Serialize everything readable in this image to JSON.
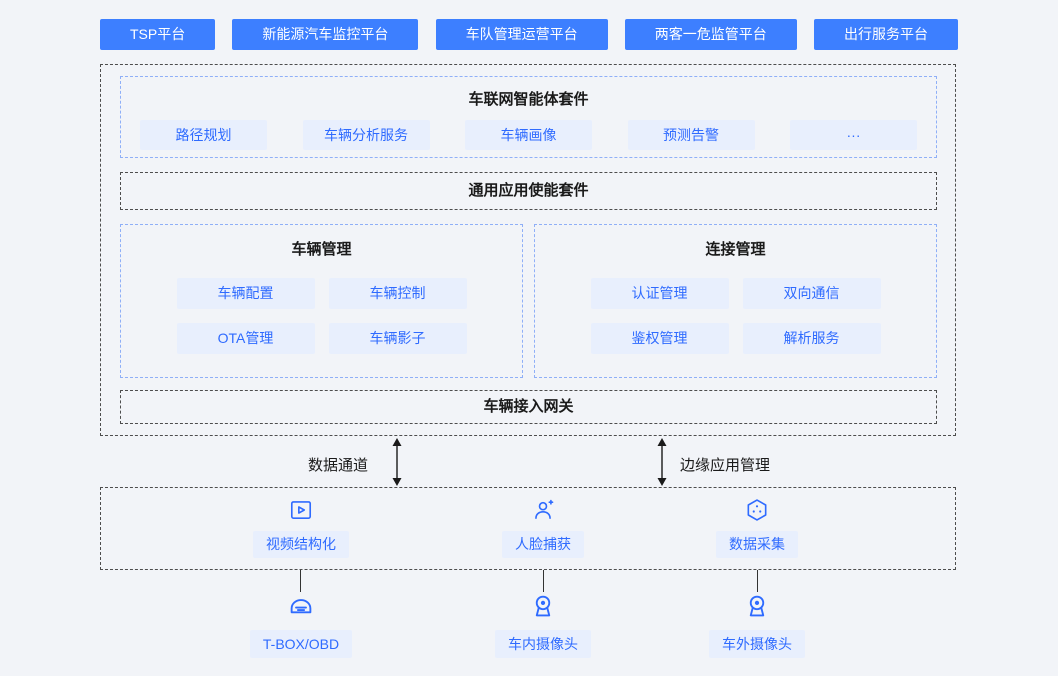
{
  "colors": {
    "primary_blue": "#3D7FFF",
    "chip_bg": "#E8EFFD",
    "chip_text": "#2F6BFF",
    "background": "#F2F4F8",
    "border_dark": "#4D4D4D",
    "border_blue": "#8FAFF7",
    "text_dark": "#1A1A1A"
  },
  "top_platforms": [
    "TSP平台",
    "新能源汽车监控平台",
    "车队管理运营平台",
    "两客一危监管平台",
    "出行服务平台"
  ],
  "agent_suite": {
    "title": "车联网智能体套件",
    "items": [
      "路径规划",
      "车辆分析服务",
      "车辆画像",
      "预测告警",
      "···"
    ]
  },
  "enable_suite": {
    "title": "通用应用使能套件"
  },
  "vehicle_mgmt": {
    "title": "车辆管理",
    "items": [
      "车辆配置",
      "车辆控制",
      "OTA管理",
      "车辆影子"
    ]
  },
  "connection_mgmt": {
    "title": "连接管理",
    "items": [
      "认证管理",
      "双向通信",
      "鉴权管理",
      "解析服务"
    ]
  },
  "gateway": {
    "title": "车辆接入网关"
  },
  "channels": {
    "left": "数据通道",
    "right": "边缘应用管理"
  },
  "edge_items": [
    {
      "label": "视频结构化",
      "icon": "video-structuring-icon"
    },
    {
      "label": "人脸捕获",
      "icon": "face-capture-icon"
    },
    {
      "label": "数据采集",
      "icon": "data-collection-icon"
    }
  ],
  "devices": [
    {
      "label": "T-BOX/OBD",
      "icon": "tbox-device-icon"
    },
    {
      "label": "车内摄像头",
      "icon": "camera-icon"
    },
    {
      "label": "车外摄像头",
      "icon": "camera-icon"
    }
  ]
}
